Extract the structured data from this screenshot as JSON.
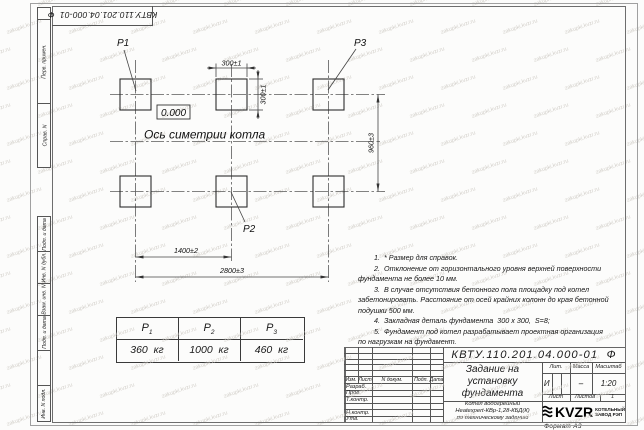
{
  "stamp_top": "КВТУ.110.201.04.000-01  Ф",
  "margin": {
    "perv": "Перв. примен.",
    "sprav": "Справ. N",
    "podp1": "Подп. и дата",
    "inv_dubl": "Инв. N дубл.",
    "vzam": "Взам. инв. N",
    "podp2": "Подп. и дата",
    "inv_podl": "Инв. N подл."
  },
  "drawing": {
    "p1": "P1",
    "p2": "P2",
    "p3": "P3",
    "dim_300_top": "300±1",
    "dim_300_right": "300±1",
    "dim_960": "960±3",
    "dim_1400": "1400±2",
    "dim_2800": "2800±3",
    "level_mark": "0.000",
    "axis_label": "Ось симетрии котла"
  },
  "notes": {
    "lines": [
      "1.  * Размер для справок.",
      "2.  Отклонение от горизонтального уровня верхней поверхности",
      "фундамента не более 10 мм.",
      "3.  В случае отсутствия бетонного пола площадку под котел",
      "забетонировать. Расстояние от осей крайних колонн до края бетонной",
      "подушки 500 мм.",
      "4.  Закладная деталь фундамента  300 x 300,  S=8;",
      "5.  Фундамент под котел разрабатывает проектная организация",
      "по нагрузкам на фундамент."
    ]
  },
  "mass_table": {
    "headers": [
      {
        "base": "Р",
        "sub": "1"
      },
      {
        "base": "Р",
        "sub": "2"
      },
      {
        "base": "Р",
        "sub": "3"
      }
    ],
    "values": [
      "360  кг",
      "1000  кг",
      "460  кг"
    ]
  },
  "title_block": {
    "designation": "КВТУ.110.201.04.000-01  Ф",
    "title_line1": "Задание на",
    "title_line2": "установку",
    "title_line3": "фундамента",
    "object_line1": "Котел водогрейный",
    "object_line2": "Heatexpert-КВр-1,28-КБД(К)",
    "object_line3": "по техническому заданию",
    "col_izm": "Изм.",
    "col_list": "Лист",
    "col_doc": "N докум.",
    "col_podp": "Подп.",
    "col_data": "Дата",
    "row_razrab": "Разраб.",
    "row_prov": "Пров.",
    "row_tkontr": "Т.контр.",
    "row_nkontr": "Н.контр.",
    "row_utv": "Утв.",
    "lit_header": "Лит.",
    "massa_header": "Масса",
    "masshtab_header": "Масштаб",
    "lit_value": "И",
    "massa_value": "–",
    "masshtab_value": "1:20",
    "list_label": "Лист",
    "listov_label": "Листов",
    "listov_value": "1",
    "logo_text": "KVZR",
    "logo_sub1": "КОТЕЛЬНЫЙ",
    "logo_sub2": "ЗАВОД РЭП",
    "format_label": "Формат А3"
  },
  "watermark": {
    "text": "zakupki.kvzr.ru"
  }
}
